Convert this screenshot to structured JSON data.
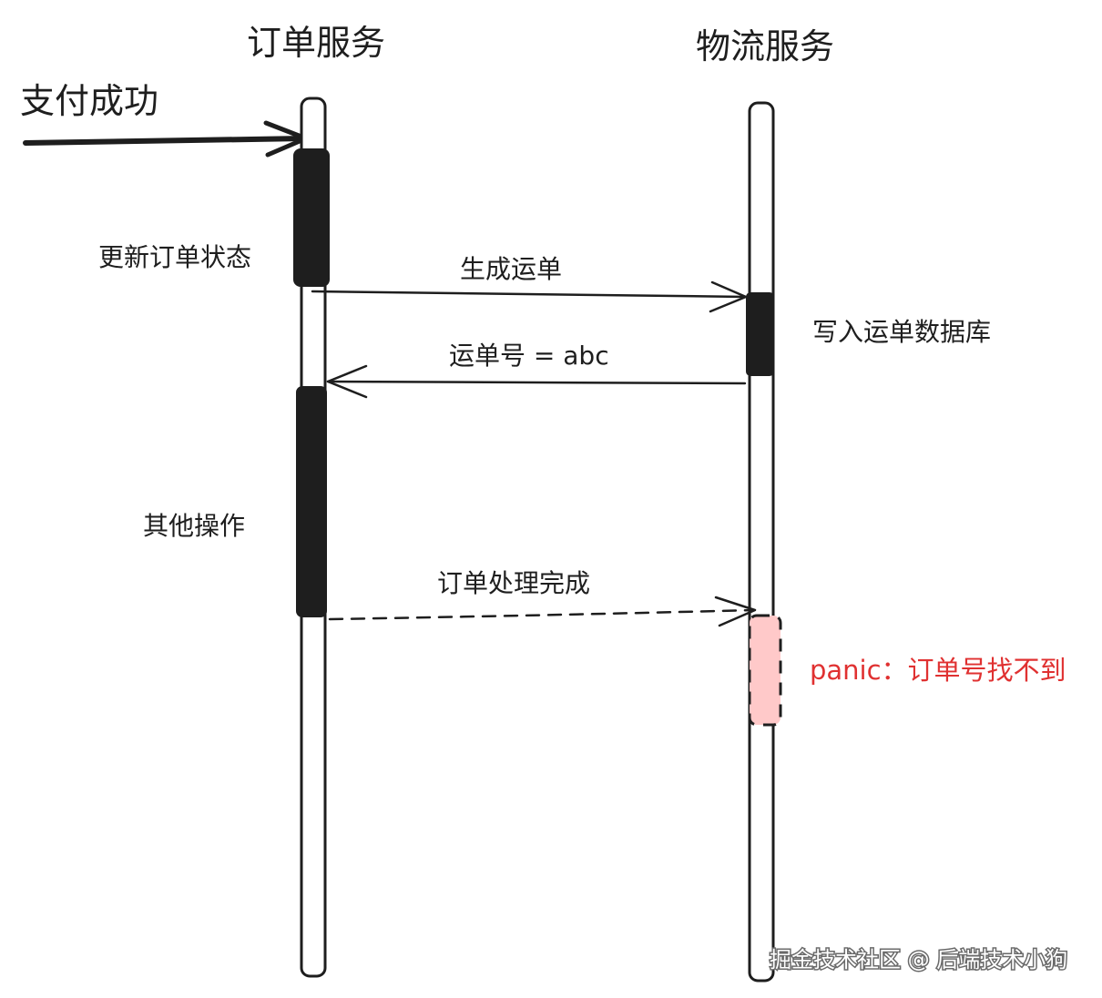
{
  "participants": {
    "order_service": "订单服务",
    "logistics_service": "物流服务"
  },
  "trigger": {
    "label": "支付成功"
  },
  "steps": {
    "update_order_status": "更新订单状态",
    "write_waybill_db": "写入运单数据库",
    "other_operations": "其他操作"
  },
  "messages": {
    "generate_waybill": "生成运单",
    "waybill_return": "运单号 = abc",
    "order_done": "订单处理完成"
  },
  "error": {
    "label": "panic：订单号找不到",
    "color": "#e03131",
    "fill": "#ffc9c9"
  },
  "watermark": {
    "text": "掘金技术社区 @ 后端技术小狗"
  },
  "colors": {
    "ink": "#1e1e1e",
    "error_text": "#e03131",
    "error_fill": "#ffc9c9"
  }
}
